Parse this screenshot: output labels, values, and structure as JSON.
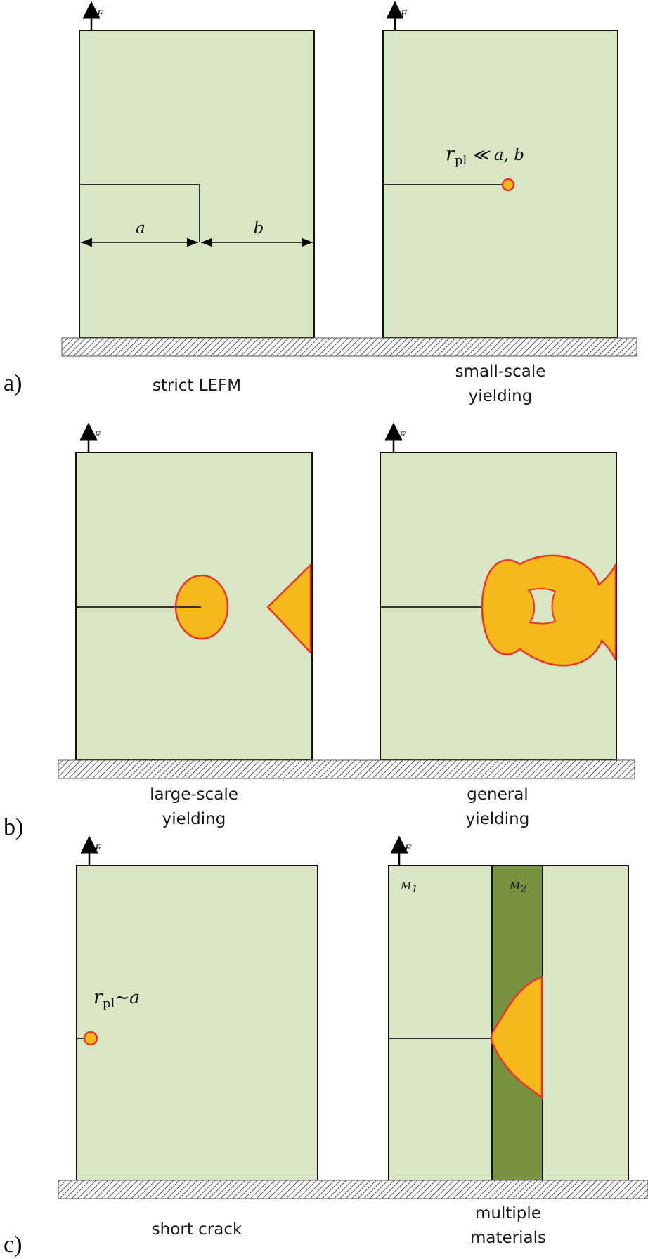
{
  "row_labels": {
    "a": "a)",
    "b": "b)",
    "c": "c)"
  },
  "force_label": "F",
  "panels": {
    "strict_lefm": {
      "caption_line1": "strict LEFM",
      "dim_a": "a",
      "dim_b": "b"
    },
    "small_scale": {
      "caption_line1": "small-scale",
      "caption_line2": "yielding",
      "formula_r": "r",
      "formula_sub": "pl",
      "formula_rest": " ≪ a, b"
    },
    "large_scale": {
      "caption_line1": "large-scale",
      "caption_line2": "yielding"
    },
    "general": {
      "caption_line1": "general",
      "caption_line2": "yielding"
    },
    "short_crack": {
      "caption_line1": "short crack",
      "formula_r": "r",
      "formula_sub": "pl",
      "formula_rest": "~a"
    },
    "multiple_materials": {
      "caption_line1": "multiple",
      "caption_line2": "materials",
      "m1": "M",
      "m1_sub": "1",
      "m2": "M",
      "m2_sub": "2"
    }
  },
  "colors": {
    "specimen_fill": "#d8e6c4",
    "plastic_zone_fill": "#f6b91c",
    "plastic_zone_edge": "#e8362a",
    "material_2_fill": "#76923c"
  }
}
